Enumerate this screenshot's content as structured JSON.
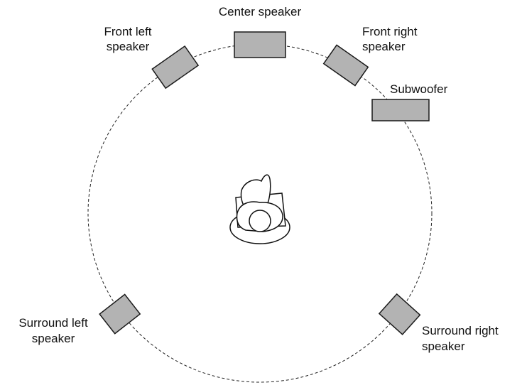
{
  "speakers": {
    "center": {
      "label": "Center speaker"
    },
    "front_left": {
      "label_line1": "Front left",
      "label_line2": "speaker"
    },
    "front_right": {
      "label_line1": "Front right",
      "label_line2": "speaker"
    },
    "subwoofer": {
      "label": "Subwoofer"
    },
    "surround_left": {
      "label_line1": "Surround left",
      "label_line2": "speaker"
    },
    "surround_right": {
      "label_line1": "Surround right",
      "label_line2": "speaker"
    }
  },
  "colors": {
    "speaker_fill": "#b3b3b3",
    "outline": "#1a1a1a",
    "background": "#ffffff"
  },
  "icons": {
    "listener": "listener-in-armchair-icon"
  }
}
